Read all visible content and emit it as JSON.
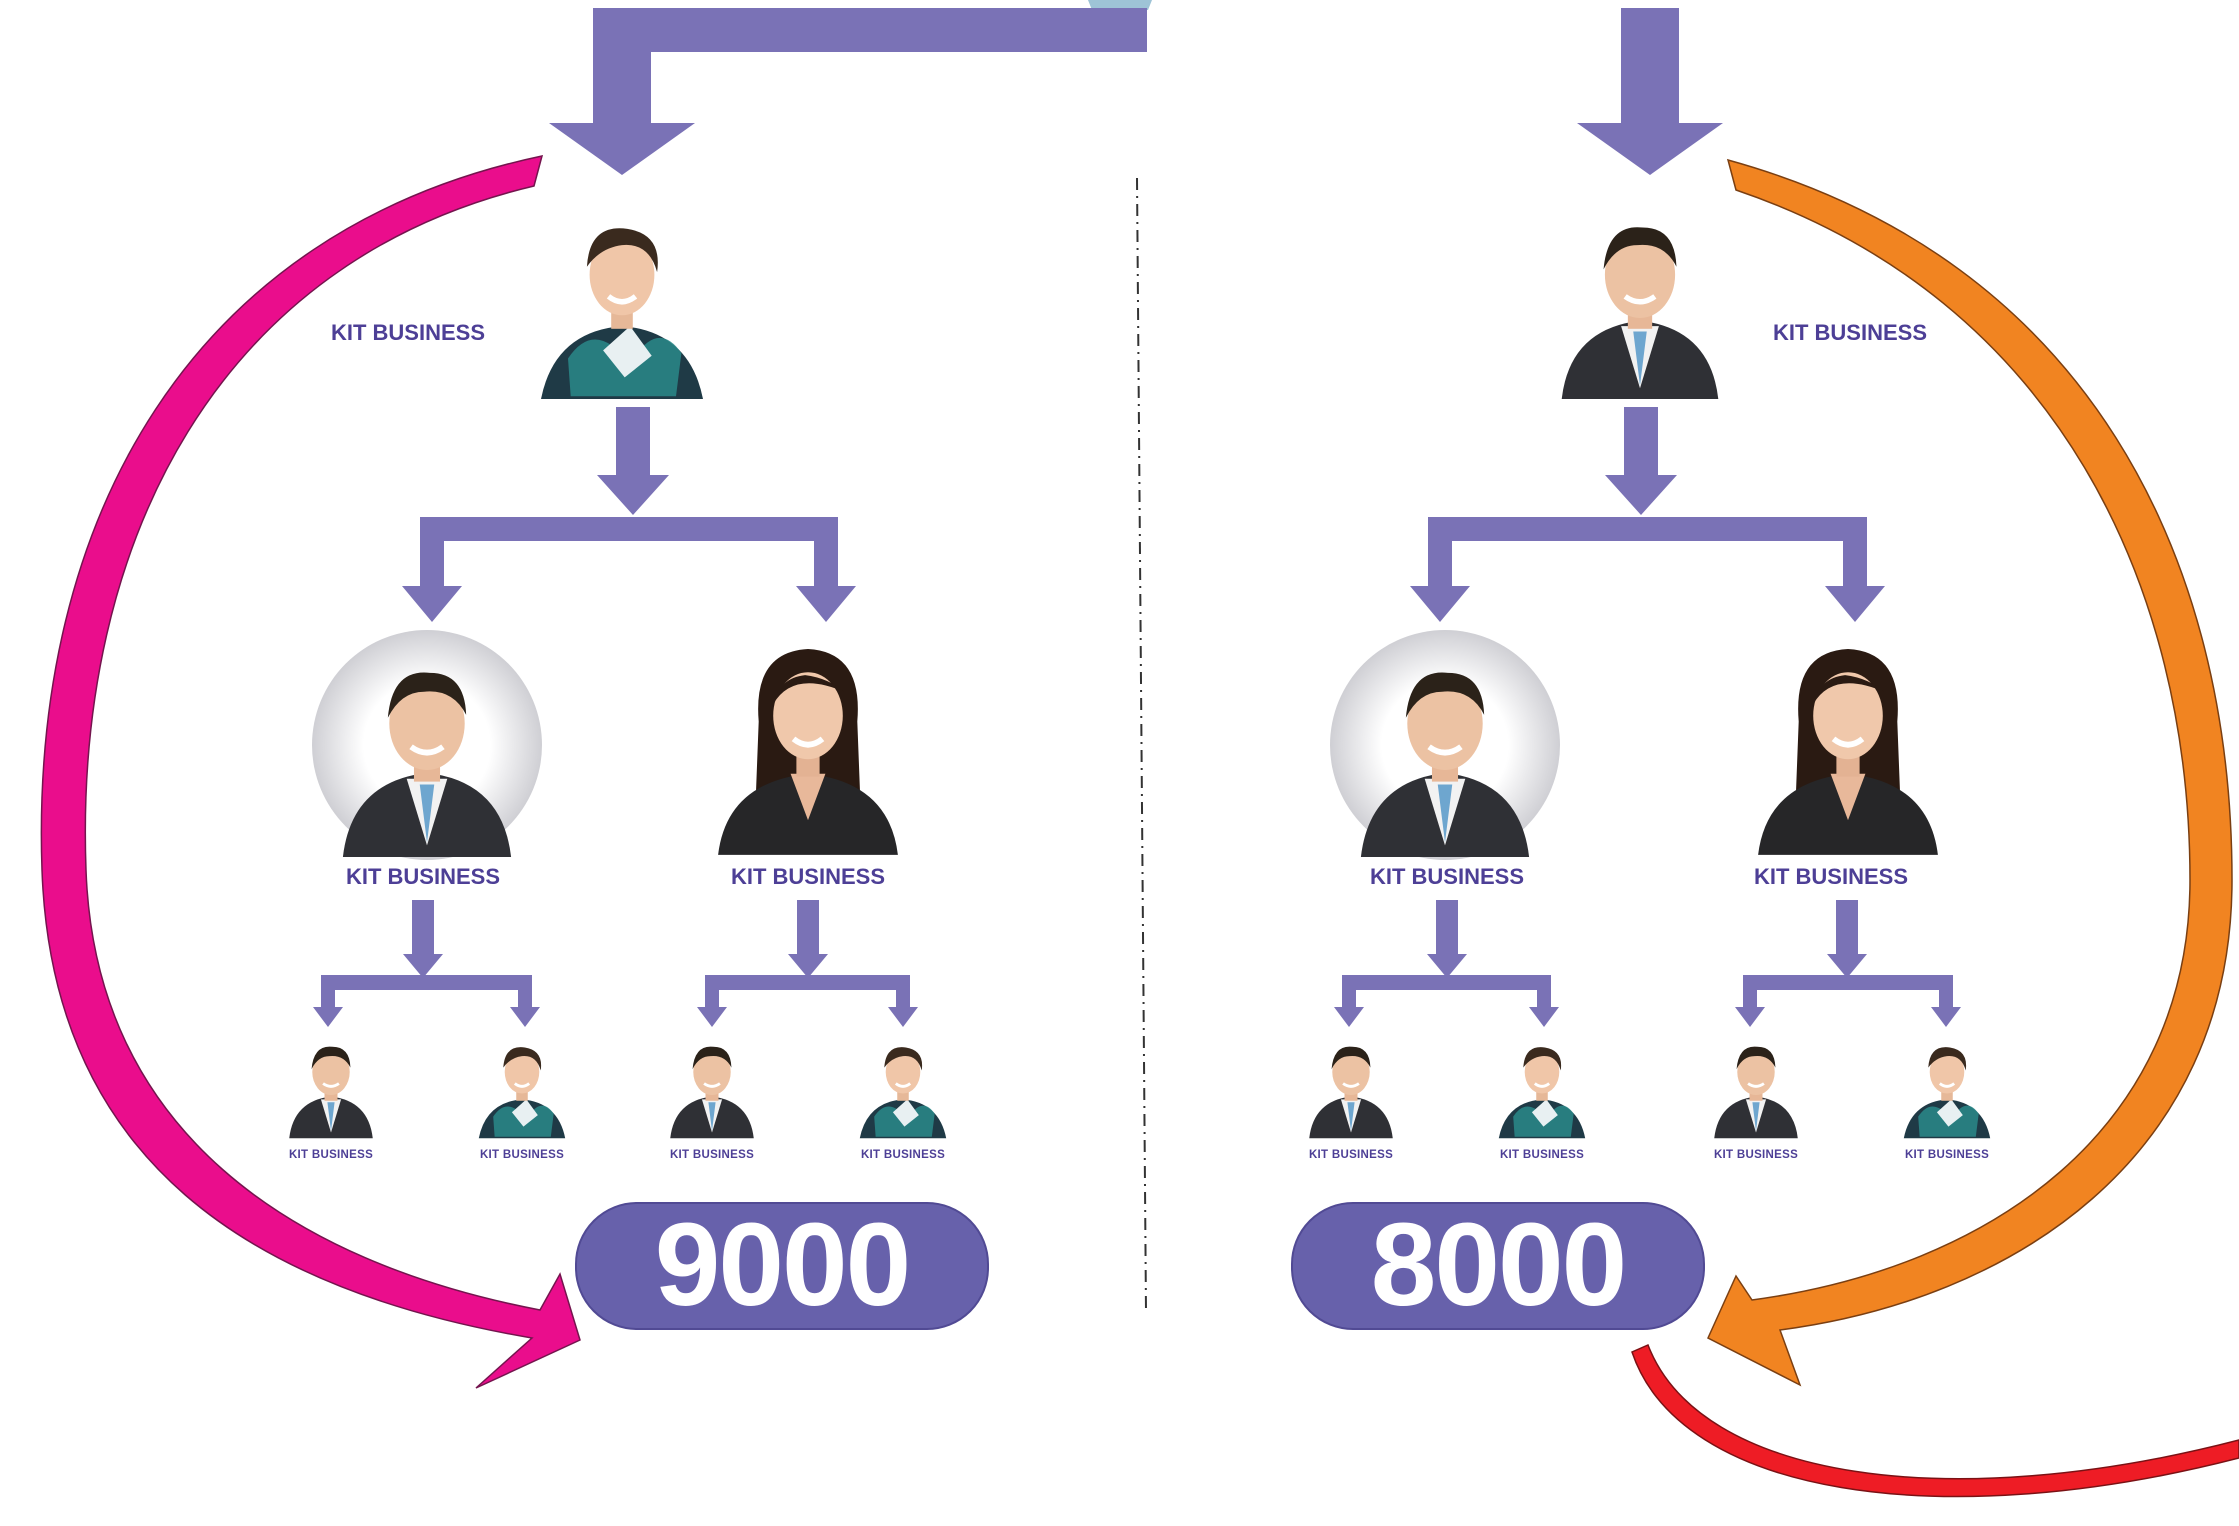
{
  "colors": {
    "connector": "#7a72b6",
    "left_loop": "#ea0d8c",
    "right_loop": "#f18421",
    "spill": "#ee1c25",
    "label": "#4d3f96",
    "total_pill": "#6761ab"
  },
  "left_branch": {
    "root_label": "KIT BUSINESS",
    "children": [
      {
        "label": "KIT BUSINESS",
        "children": [
          "KIT BUSINESS",
          "KIT BUSINESS"
        ]
      },
      {
        "label": "KIT BUSINESS",
        "children": [
          "KIT BUSINESS",
          "KIT BUSINESS"
        ]
      }
    ],
    "total": "9000"
  },
  "right_branch": {
    "root_label": "KIT BUSINESS",
    "children": [
      {
        "label": "KIT BUSINESS",
        "children": [
          "KIT BUSINESS",
          "KIT BUSINESS"
        ]
      },
      {
        "label": "KIT BUSINESS",
        "children": [
          "KIT BUSINESS",
          "KIT BUSINESS"
        ]
      }
    ],
    "total": "8000"
  }
}
